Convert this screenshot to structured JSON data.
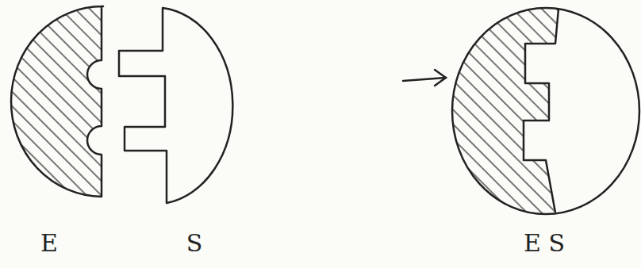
{
  "diagram": {
    "labels": [
      "E",
      "S",
      "E S"
    ]
  }
}
